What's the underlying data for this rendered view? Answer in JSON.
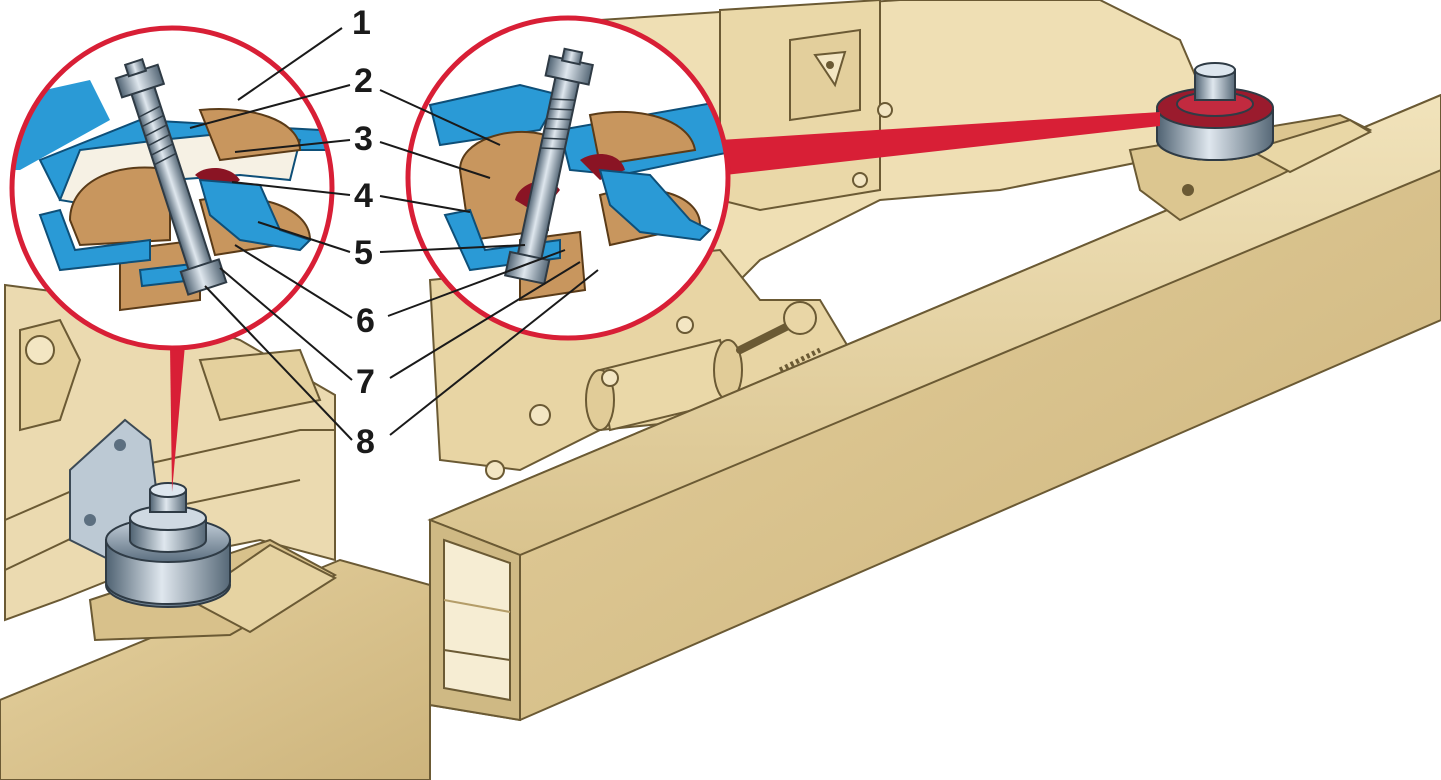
{
  "diagram": {
    "callouts": [
      {
        "id": "1",
        "label": "1"
      },
      {
        "id": "2",
        "label": "2"
      },
      {
        "id": "3",
        "label": "3"
      },
      {
        "id": "4",
        "label": "4"
      },
      {
        "id": "5",
        "label": "5"
      },
      {
        "id": "6",
        "label": "6"
      },
      {
        "id": "7",
        "label": "7"
      },
      {
        "id": "8",
        "label": "8"
      }
    ],
    "colors": {
      "frame_tan": "#e9d7a8",
      "frame_shadow": "#c7b07c",
      "bracket_blue": "#2a9ad6",
      "rubber_pad": "#c8965e",
      "bolt_steel": "#8fa2b4",
      "magnifier_red": "#d81f36",
      "rubber_red": "#8a1424"
    }
  }
}
